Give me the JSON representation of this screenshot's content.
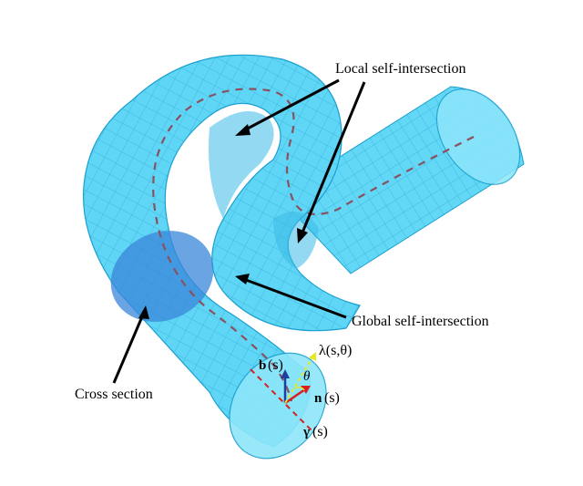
{
  "labels": {
    "local": "Local self-intersection",
    "global": "Global self-intersection",
    "cross": "Cross section"
  },
  "math": {
    "lambda": "λ(s,θ)",
    "binormal_b": "b",
    "binormal_arg": "(s)",
    "normal_n": "n",
    "normal_arg": "(s)",
    "gamma": "γ",
    "gamma_arg": "(s)",
    "theta": "θ"
  },
  "colors": {
    "tube_fill": "#4fd3f4",
    "tube_stroke": "#1d9fcf",
    "centerline": "#8a5060",
    "section_fill": "#3a86d9",
    "frame_b": "#1f3f9a",
    "frame_n": "#d81e1e",
    "lambda_arrow": "#e6e62a",
    "gamma_line": "#d81e1e"
  }
}
